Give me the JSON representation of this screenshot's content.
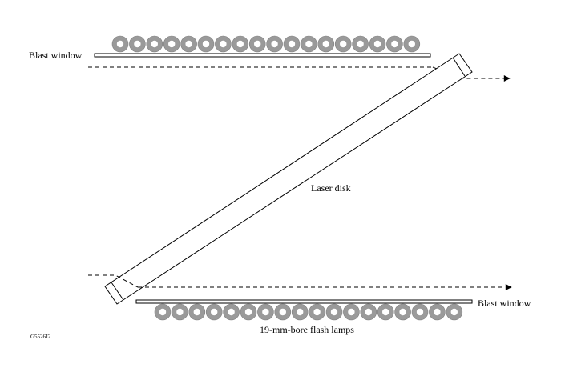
{
  "labels": {
    "blast_window_top": "Blast window",
    "blast_window_bottom": "Blast window",
    "laser_disk": "Laser disk",
    "flash_lamps": "19-mm-bore flash lamps",
    "figure_code": "G5526J2"
  },
  "flash_lamps": {
    "top_row_count": 18,
    "bottom_row_count": 18
  },
  "colors": {
    "lamp_ring": "#9a9a9a",
    "lamp_bore": "#ffffff",
    "stroke": "#000000",
    "background": "#ffffff"
  }
}
